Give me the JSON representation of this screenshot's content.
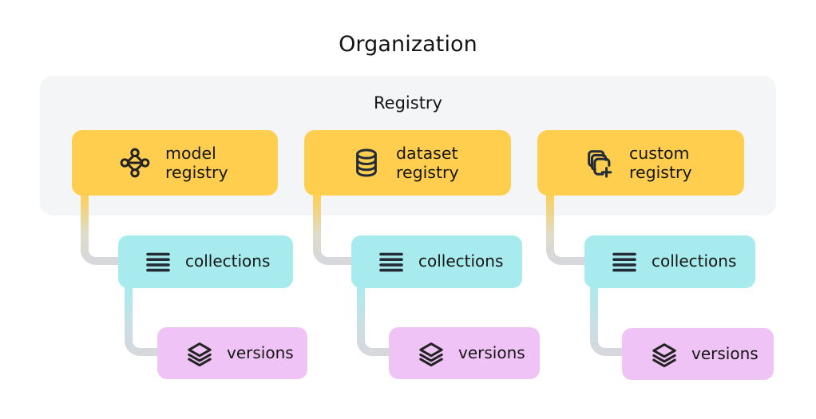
{
  "title": "Organization",
  "panel": {
    "label": "Registry"
  },
  "colors": {
    "registry_card": "#FFCE4F",
    "collections_card": "#A8EBEE",
    "versions_card": "#EFC3F5",
    "panel_background": "#F4F5F7",
    "text": "#161616",
    "connector_gray": "#D6D8DC",
    "page_background": "#FFFFFF"
  },
  "columns": [
    {
      "registry": {
        "label": "model\nregistry",
        "icon": "node-graph-icon",
        "icon_name": "model-registry-icon"
      },
      "collections": {
        "label": "collections",
        "icon": "list-lines-icon"
      },
      "versions": {
        "label": "versions",
        "icon": "layers-stack-icon"
      }
    },
    {
      "registry": {
        "label": "dataset\nregistry",
        "icon": "database-cylinder-icon",
        "icon_name": "dataset-registry-icon"
      },
      "collections": {
        "label": "collections",
        "icon": "list-lines-icon"
      },
      "versions": {
        "label": "versions",
        "icon": "layers-stack-icon"
      }
    },
    {
      "registry": {
        "label": "custom\nregistry",
        "icon": "stacked-squares-plus-icon",
        "icon_name": "custom-registry-icon"
      },
      "collections": {
        "label": "collections",
        "icon": "list-lines-icon"
      },
      "versions": {
        "label": "versions",
        "icon": "layers-stack-icon"
      }
    }
  ]
}
